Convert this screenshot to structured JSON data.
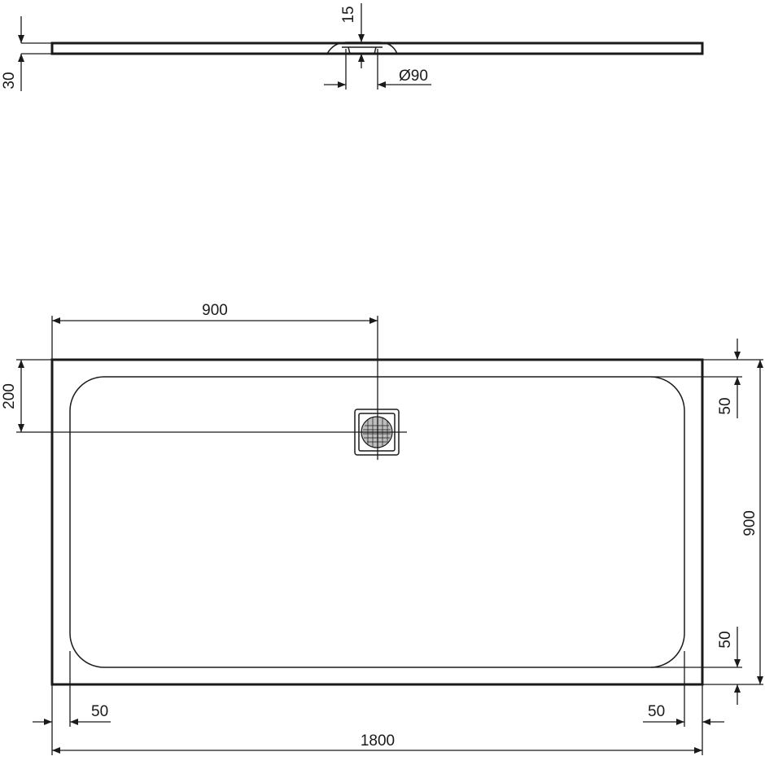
{
  "side_view": {
    "thickness_label": "30",
    "waste_depth_label": "15",
    "waste_diameter_label": "Ø90"
  },
  "plan_view": {
    "waste_offset_x_label": "900",
    "waste_offset_y_label": "200",
    "inner_margin_top_label": "50",
    "inner_margin_bottom_label": "50",
    "width_label": "900",
    "inner_margin_left_label": "50",
    "inner_margin_right_label": "50",
    "length_label": "1800"
  },
  "colors": {
    "line": "#1a1a1a",
    "background": "#ffffff"
  }
}
